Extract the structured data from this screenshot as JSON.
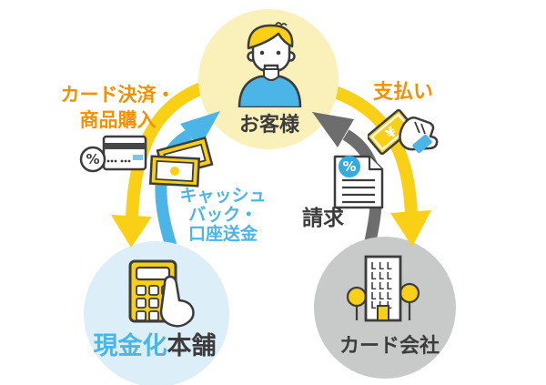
{
  "colors": {
    "yellow": "#f9d016",
    "pale_yellow": "#f9f0ba",
    "blue": "#4bb5e8",
    "pale_blue": "#dceef8",
    "gray": "#6d6d6d",
    "pale_gray": "#c8c9c9",
    "orange": "#f29000",
    "dark": "#3c3c3c",
    "badge_blue": "#35aadd",
    "stripe": "#474747",
    "chip_blue": "#79c7ea"
  },
  "nodes": {
    "customer": {
      "label": "お客様",
      "icon": "person-icon"
    },
    "shop": {
      "label_accent": "現金化",
      "label_main": "本舗",
      "icon": "calculator-icon"
    },
    "card_company": {
      "label": "カード会社",
      "icon": "building-icon"
    }
  },
  "flows": {
    "card_payment": {
      "line1": "カード決済・",
      "line2": "商品購入",
      "icon": "credit-card-icon",
      "from": "customer",
      "to": "shop",
      "color": "yellow"
    },
    "cashback": {
      "line1": "キャッシュ",
      "line2": "バック・",
      "line3": "口座送金",
      "icon": "banknotes-icon",
      "from": "shop",
      "to": "customer",
      "color": "blue"
    },
    "payment": {
      "label": "支払い",
      "icon": "payment-hand-icon",
      "from": "customer",
      "to": "card_company",
      "color": "yellow"
    },
    "billing": {
      "label": "請求",
      "icon": "invoice-icon",
      "from": "card_company",
      "to": "customer",
      "color": "gray"
    }
  },
  "icon_glyphs": {
    "credit_card_percent": "%",
    "invoice_percent": "%",
    "bill_yen": "¥",
    "building_windows_row": "LLL"
  }
}
